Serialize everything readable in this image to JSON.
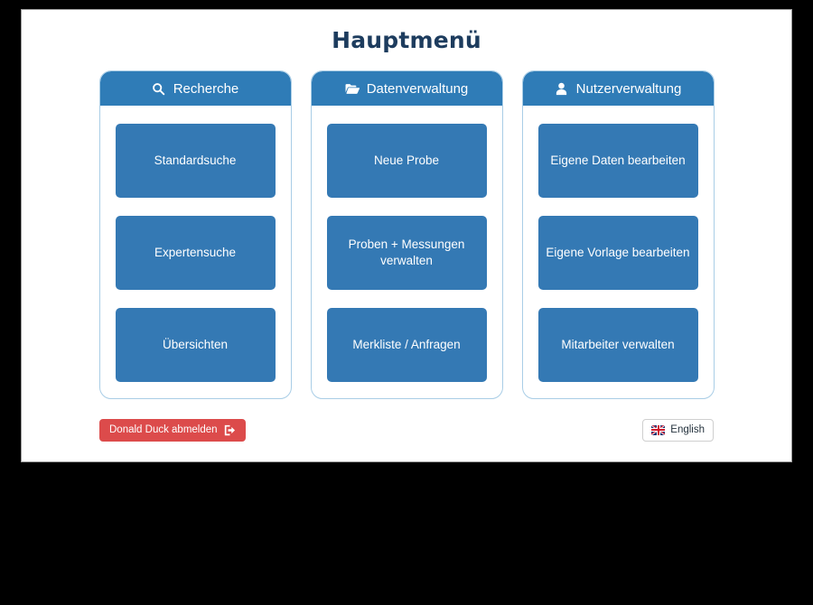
{
  "page": {
    "title": "Hauptmenü"
  },
  "colors": {
    "header_blue": "#2f7cb7",
    "button_blue": "#3479b4",
    "title_navy": "#1d3c5e",
    "logout_red": "#dc4b4b",
    "card_border": "#a9cde6"
  },
  "cards": [
    {
      "id": "recherche",
      "icon": "search-icon",
      "title": "Recherche",
      "buttons": [
        {
          "id": "standardsuche",
          "label": "Standardsuche"
        },
        {
          "id": "expertensuche",
          "label": "Expertensuche"
        },
        {
          "id": "uebersichten",
          "label": "Übersichten"
        }
      ]
    },
    {
      "id": "datenverwaltung",
      "icon": "folder-open-icon",
      "title": "Datenverwaltung",
      "buttons": [
        {
          "id": "neue-probe",
          "label": "Neue Probe"
        },
        {
          "id": "proben-messungen-verwalten",
          "label": "Proben + Messungen\nverwalten"
        },
        {
          "id": "merkliste-anfragen",
          "label": "Merkliste / Anfragen"
        }
      ]
    },
    {
      "id": "nutzerverwaltung",
      "icon": "user-icon",
      "title": "Nutzerverwaltung",
      "buttons": [
        {
          "id": "eigene-daten-bearbeiten",
          "label": "Eigene Daten bearbeiten"
        },
        {
          "id": "eigene-vorlage-bearbeiten",
          "label": "Eigene Vorlage bearbeiten"
        },
        {
          "id": "mitarbeiter-verwalten",
          "label": "Mitarbeiter verwalten"
        }
      ]
    }
  ],
  "footer": {
    "logout_label": "Donald Duck abmelden",
    "logout_icon": "sign-out-icon",
    "language_label": "English",
    "language_icon": "uk-flag-icon"
  }
}
